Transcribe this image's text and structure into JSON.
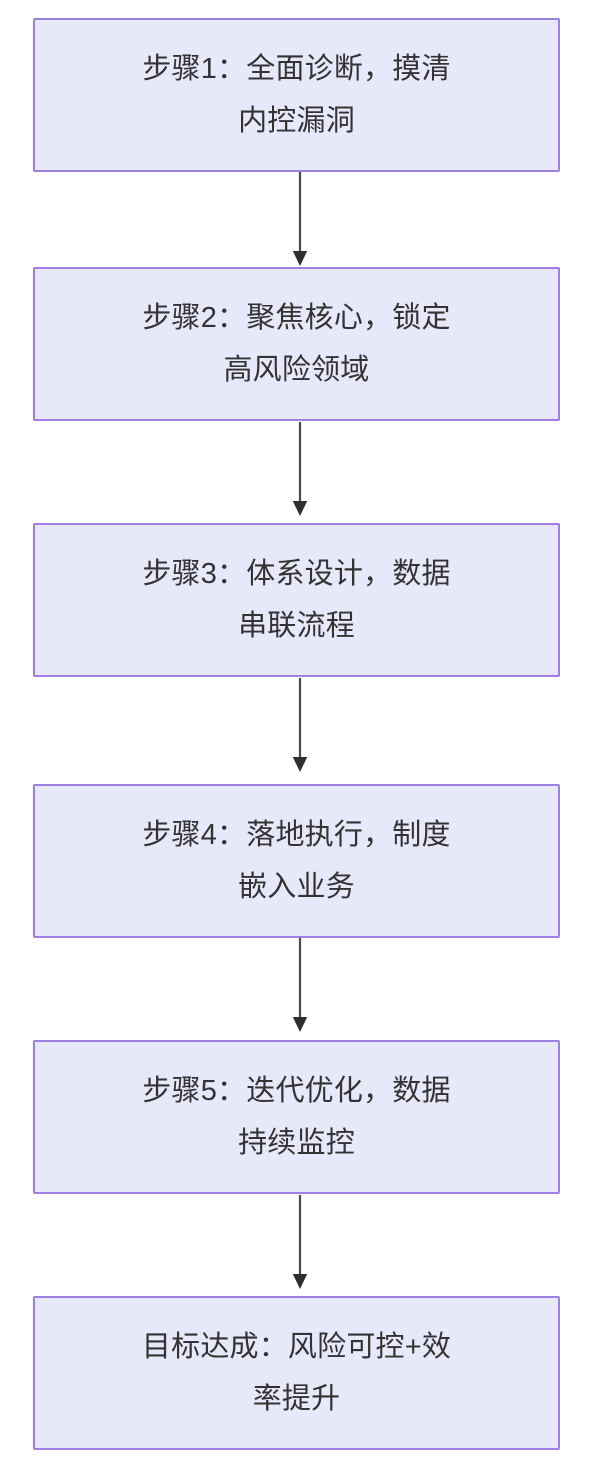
{
  "diagram": {
    "title": "",
    "type": "flowchart",
    "orientation": "top-to-bottom",
    "colors": {
      "node_fill": "#e8e8fb",
      "node_border": "#9d7fe0",
      "node_text": "#333333",
      "edge_stroke": "#4a4a4a",
      "background": "#ffffff"
    },
    "nodes": [
      {
        "id": "step-1",
        "label": "步骤1：全面诊断，摸清内控漏洞"
      },
      {
        "id": "step-2",
        "label": "步骤2：聚焦核心，锁定高风险领域"
      },
      {
        "id": "step-3",
        "label": "步骤3：体系设计，数据串联流程"
      },
      {
        "id": "step-4",
        "label": "步骤4：落地执行，制度嵌入业务"
      },
      {
        "id": "step-5",
        "label": "步骤5：迭代优化，数据持续监控"
      },
      {
        "id": "goal",
        "label": "目标达成：风险可控+效率提升"
      }
    ],
    "edges": [
      {
        "id": "edge-1",
        "from": "step-1",
        "to": "step-2",
        "label": ""
      },
      {
        "id": "edge-2",
        "from": "step-2",
        "to": "step-3",
        "label": ""
      },
      {
        "id": "edge-3",
        "from": "step-3",
        "to": "step-4",
        "label": ""
      },
      {
        "id": "edge-4",
        "from": "step-4",
        "to": "step-5",
        "label": ""
      },
      {
        "id": "edge-5",
        "from": "step-5",
        "to": "goal",
        "label": ""
      }
    ]
  }
}
